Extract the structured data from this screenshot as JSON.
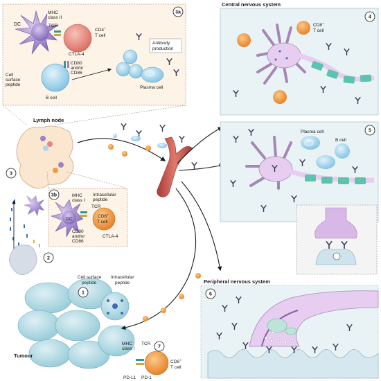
{
  "panels": {
    "cns_title": "Central nervous system",
    "pns_title": "Peripheral nervous system",
    "lymph_node": "Lymph node",
    "tumour": "Tumour"
  },
  "steps": {
    "s1": "1",
    "s2": "2",
    "s3": "3",
    "s3a": "3a",
    "s3b": "3b",
    "s4": "4",
    "s5": "5",
    "s6": "6",
    "s7": "7"
  },
  "labels_3a": {
    "dc": "DC",
    "mhc2_line1": "MHC",
    "mhc2_line2": "class II",
    "tcr": "TCR",
    "cd4_line1": "CD4",
    "cd4_sup": "+",
    "cd4_line2": "T cell",
    "ctla4": "CTLA-4",
    "cd80_line1": "CD80",
    "cd80_line2": "and/or",
    "cd80_line3": "CD86",
    "surface_line1": "Cell",
    "surface_line2": "surface",
    "surface_line3": "peptide",
    "bcell": "B cell",
    "antibody_line1": "Antibody",
    "antibody_line2": "production",
    "plasma": "Plasma cell"
  },
  "labels_3b": {
    "mhc1_line1": "MHC",
    "mhc1_line2": "class I",
    "intra_line1": "Intracellular",
    "intra_line2": "peptide",
    "tcr": "TCR",
    "dc": "DC",
    "cd8_line1": "CD8",
    "cd8_sup": "+",
    "cd8_line2": "T cell",
    "cd80_line1": "CD80",
    "cd80_line2": "and/or",
    "cd80_line3": "CD86",
    "ctla4": "CTLA-4"
  },
  "labels_4": {
    "cd8_line1": "CD8",
    "cd8_sup": "+",
    "cd8_line2": "T cell"
  },
  "labels_5": {
    "plasma": "Plasma cell",
    "bcell": "B cell"
  },
  "labels_tumour": {
    "surface_line1": "Cell surface",
    "surface_line2": "peptide",
    "intra_line1": "Intracellular",
    "intra_line2": "peptide",
    "mhc1_line1": "MHC",
    "mhc1_line2": "class I",
    "tcr": "TCR",
    "pdl1": "PD-L1",
    "pd1": "PD-1",
    "cd8_line1": "CD8",
    "cd8_sup": "+",
    "cd8_line2": "T cell"
  },
  "colors": {
    "panel_bg": "#fdf3e6",
    "panel_border": "#b8a894",
    "cns_bg": "#e9f3f6",
    "neuron": "#e7cdef",
    "neuron_edge": "#a786b6",
    "myelin": "#5cc3ad",
    "tcell_orange": "#ef9b42",
    "cd4_red": "#e8867a",
    "bcell_blue": "#a8d6ec",
    "dc_purple": "#9c83c4",
    "tumour": "#aed8e3",
    "vessel": "#c9504a",
    "antibody": "#3a3f55"
  }
}
